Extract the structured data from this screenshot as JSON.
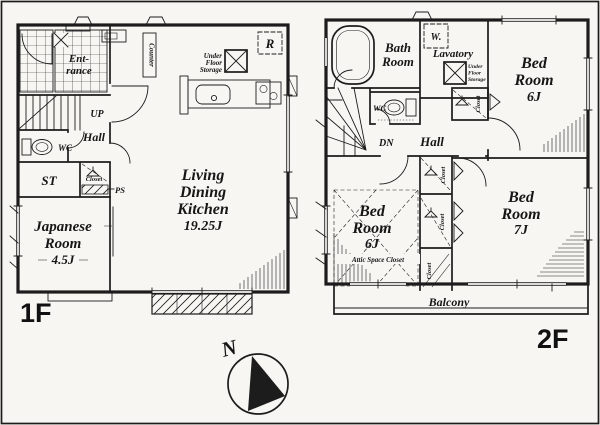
{
  "colors": {
    "ink": "#1c1c1c",
    "paper": "#f7f6f2"
  },
  "floor1": {
    "label": "1F",
    "entrance": [
      "Ent-",
      "rance"
    ],
    "counter": "Counter",
    "up": "UP",
    "hall": "Hall",
    "wc": "WC",
    "st": "ST",
    "closet": "Closet",
    "ps": "PS",
    "under_floor_storage": [
      "Under",
      "Floor",
      "Storage"
    ],
    "refrigerator": "R",
    "ldk": [
      "Living",
      "Dining",
      "Kitchen",
      "19.25J"
    ],
    "japanese_room": [
      "Japanese",
      "Room",
      "4.5J"
    ]
  },
  "floor2": {
    "label": "2F",
    "bath_room": [
      "Bath",
      "Room"
    ],
    "washing_machine": "W.",
    "lavatory": "Lavatory",
    "under_floor_storage": [
      "Under",
      "Floor",
      "Storage"
    ],
    "wc": "WC",
    "down": "DN",
    "hall": "Hall",
    "bedroom_6j_upper": [
      "Bed",
      "Room",
      "6J"
    ],
    "closet_upper": "Closet",
    "bedroom_6j_lower": [
      "Bed",
      "Room",
      "6J"
    ],
    "attic_space_closet": "Attic Space Closet",
    "closet_a": "Closet",
    "closet_b": "Closet",
    "closet_c": "Closet",
    "bedroom_7j": [
      "Bed",
      "Room",
      "7J"
    ],
    "balcony": "Balcony"
  },
  "compass": {
    "north": "N"
  }
}
